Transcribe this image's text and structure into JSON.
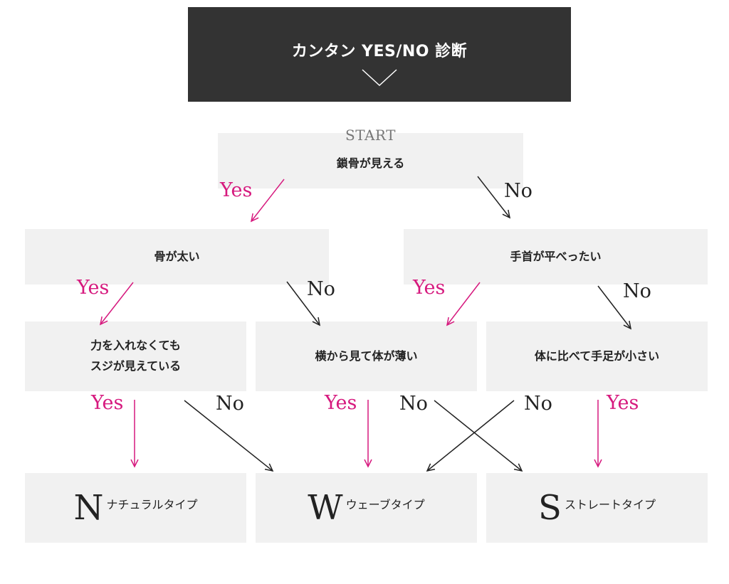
{
  "header": {
    "title": "カンタン YES/NO 診断"
  },
  "start": {
    "label": "START",
    "question": "鎖骨が見える"
  },
  "questions": {
    "bone_thick": "骨が太い",
    "wrist_flat": "手首が平べったい",
    "tendon_line1": "力を入れなくても",
    "tendon_line2": "スジが見えている",
    "thin_side": "横から見て体が薄い",
    "small_limbs": "体に比べて手足が小さい"
  },
  "branch_labels": {
    "yes": "Yes",
    "no": "No"
  },
  "results": [
    {
      "letter": "N",
      "name": "ナチュラルタイプ"
    },
    {
      "letter": "W",
      "name": "ウェーブタイプ"
    },
    {
      "letter": "S",
      "name": "ストレートタイプ"
    }
  ],
  "colors": {
    "header_bg": "#333333",
    "box_bg": "#f1f1f1",
    "yes": "#d6197e",
    "no": "#222222"
  },
  "icons": {
    "header_chevron": "chevron-down-icon"
  }
}
